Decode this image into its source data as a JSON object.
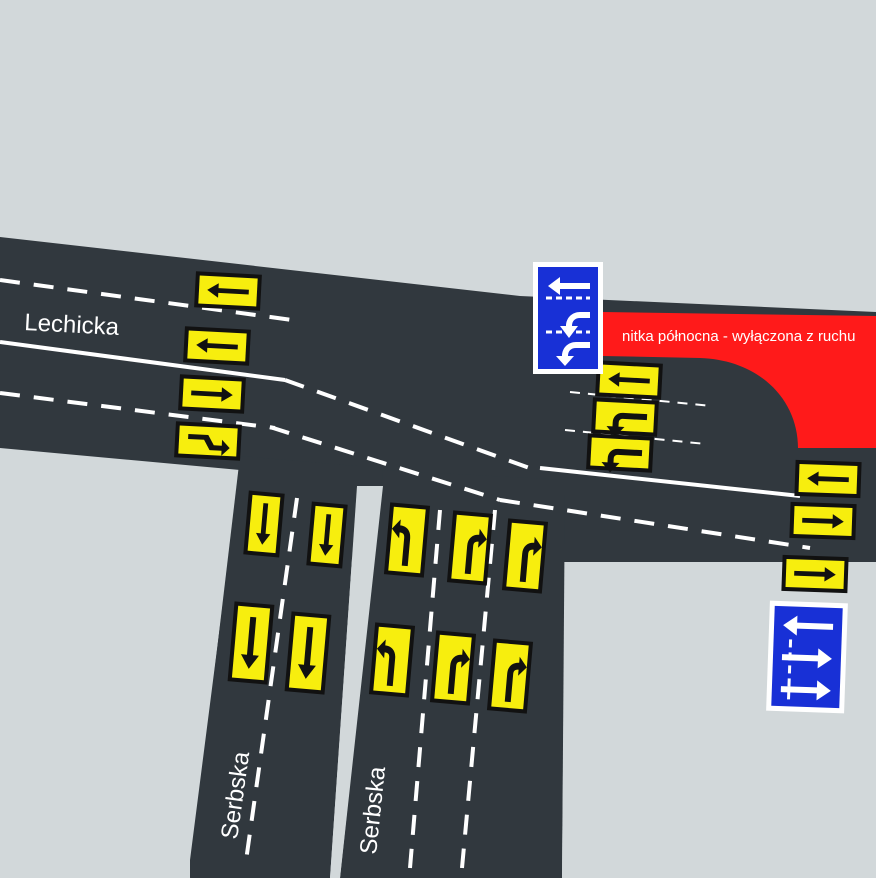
{
  "streets": {
    "lechicka": "Lechicka",
    "serbska_west": "Serbska",
    "serbska_east": "Serbska"
  },
  "closure_label": "nitka północna - wyłączona z ruchu",
  "colors": {
    "background": "#d2d8da",
    "road": "#31383e",
    "closed_zone": "#ff1a1a",
    "arrow_board": "#f7ee0e",
    "info_sign": "#1830d6"
  },
  "lane_boards": [
    {
      "id": "lechicka-1",
      "icon": "arrow-left-icon"
    },
    {
      "id": "lechicka-2",
      "icon": "arrow-left-icon"
    },
    {
      "id": "lechicka-3",
      "icon": "arrow-right-icon"
    },
    {
      "id": "lechicka-4",
      "icon": "arrow-right-bend-icon"
    },
    {
      "id": "mid-1",
      "icon": "arrow-left-icon"
    },
    {
      "id": "mid-2",
      "icon": "arrow-left-curve-icon"
    },
    {
      "id": "mid-3",
      "icon": "arrow-left-curve-icon"
    },
    {
      "id": "east-1",
      "icon": "arrow-left-icon"
    },
    {
      "id": "east-2",
      "icon": "arrow-right-icon"
    },
    {
      "id": "east-3",
      "icon": "arrow-right-icon"
    },
    {
      "id": "serbska-w-1",
      "icon": "arrow-down-icon"
    },
    {
      "id": "serbska-w-2",
      "icon": "arrow-down-icon"
    },
    {
      "id": "serbska-w-3",
      "icon": "arrow-down-icon"
    },
    {
      "id": "serbska-w-4",
      "icon": "arrow-down-icon"
    },
    {
      "id": "serbska-e-1",
      "icon": "arrow-turn-left-icon"
    },
    {
      "id": "serbska-e-2",
      "icon": "arrow-turn-right-icon"
    },
    {
      "id": "serbska-e-3",
      "icon": "arrow-turn-right-icon"
    },
    {
      "id": "serbska-e-4",
      "icon": "arrow-turn-left-icon"
    },
    {
      "id": "serbska-e-5",
      "icon": "arrow-turn-right-icon"
    },
    {
      "id": "serbska-e-6",
      "icon": "arrow-turn-right-icon"
    }
  ],
  "info_signs": [
    {
      "id": "north-sign",
      "icon": "lane-closure-sign-icon"
    },
    {
      "id": "east-sign",
      "icon": "lane-layout-sign-icon"
    }
  ]
}
